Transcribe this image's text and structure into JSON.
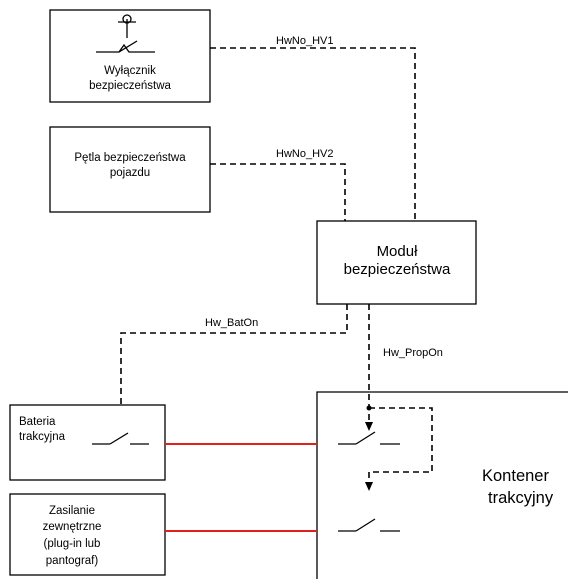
{
  "blocks": {
    "safety_switch": {
      "line1": "Wyłącznik",
      "line2": "bezpieczeństwa"
    },
    "vehicle_safety_loop": {
      "line1": "Pętla bezpieczeństwa",
      "line2": "pojazdu"
    },
    "safety_module": {
      "line1": "Moduł",
      "line2": "bezpieczeństwa"
    },
    "traction_battery": {
      "line1": "Bateria",
      "line2": "trakcyjna"
    },
    "external_supply": {
      "line1": "Zasilanie",
      "line2": "zewnętrzne",
      "line3": "(plug-in lub",
      "line4": "pantograf)"
    },
    "traction_container": {
      "line1": "Kontener",
      "line2": "trakcyjny"
    }
  },
  "signals": {
    "hv1": "HwNo_HV1",
    "hv2": "HwNo_HV2",
    "bat_on": "Hw_BatOn",
    "prop_on": "Hw_PropOn"
  },
  "colors": {
    "power_line": "#e0201c",
    "lines": "#000000"
  }
}
